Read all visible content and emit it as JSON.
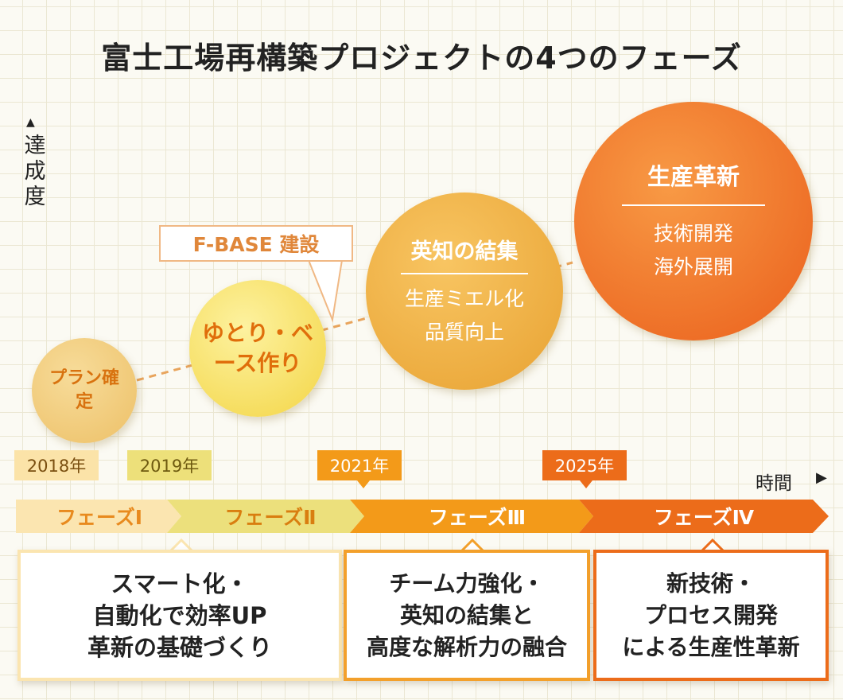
{
  "title": "富士工場再構築プロジェクトの4つのフェーズ",
  "y_axis": {
    "arrow": "▲",
    "label": "達成度"
  },
  "x_axis": {
    "label": "時間",
    "arrow": "▶"
  },
  "milestones": [
    {
      "label": "プラン確定"
    },
    {
      "label": "ゆとり・ベース作り"
    },
    {
      "title": "英知の結集",
      "lines": [
        "生産ミエル化",
        "品質向上"
      ]
    },
    {
      "title": "生産革新",
      "lines": [
        "技術開発",
        "海外展開"
      ]
    }
  ],
  "callout": "F-BASE 建設",
  "years": [
    "2018年",
    "2019年",
    "2021年",
    "2025年"
  ],
  "phases": [
    "フェーズⅠ",
    "フェーズⅡ",
    "フェーズⅢ",
    "フェーズⅣ"
  ],
  "descriptions": [
    {
      "lines": [
        "スマート化・",
        "自動化で効率UP",
        "革新の基礎づくり"
      ]
    },
    {
      "lines": [
        "チーム力強化・",
        "英知の結集と",
        "高度な解析力の融合"
      ]
    },
    {
      "lines": [
        "新技術・",
        "プロセス開発",
        "による生産性革新"
      ]
    }
  ],
  "colors": {
    "phase1": "#fbe5b0",
    "phase2": "#ece07c",
    "phase3": "#f39a19",
    "phase4": "#ec6c1a",
    "connector": "#e8a45c",
    "callout_border": "#f0b884"
  }
}
